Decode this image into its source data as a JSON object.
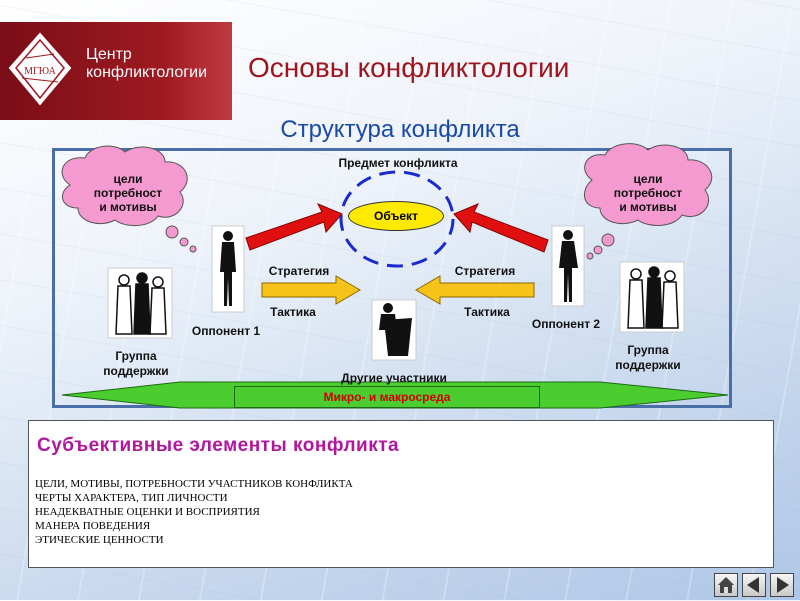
{
  "header": {
    "center_name_line1": "Центр",
    "center_name_line2": "конфликтологии",
    "logo_text": "МГЮА",
    "title": "Основы конфликтологии"
  },
  "subtitle": "Структура конфликта",
  "diagram": {
    "subject_label": "Предмет конфликта",
    "object_label": "Объект",
    "cloud_left": [
      "цели",
      "потребност",
      "и мотивы"
    ],
    "cloud_right": [
      "цели",
      "потребност",
      "и мотивы"
    ],
    "strategy_left": "Стратегия",
    "strategy_right": "Стратегия",
    "tactics_left": "Тактика",
    "tactics_right": "Тактика",
    "opponent1": "Оппонент 1",
    "opponent2": "Оппонент 2",
    "support_left": [
      "Группа",
      "поддержки"
    ],
    "support_right": [
      "Группа",
      "поддержки"
    ],
    "other_participants": "Другие участники",
    "environment": "Микро- и макросреда"
  },
  "subjective": {
    "title": "Субъективные  элементы  конфликта",
    "items": [
      "ЦЕЛИ,  МОТИВЫ,  ПОТРЕБНОСТИ  УЧАСТНИКОВ  КОНФЛИКТА",
      "ЧЕРТЫ  ХАРАКТЕРА,  ТИП  ЛИЧНОСТИ",
      "НЕАДЕКВАТНЫЕ   ОЦЕНКИ  И  ВОСПРИЯТИЯ",
      "МАНЕРА  ПОВЕДЕНИЯ",
      "ЭТИЧЕСКИЕ  ЦЕННОСТИ"
    ]
  },
  "nav": {
    "icons": [
      "home-icon",
      "prev-arrow-icon",
      "next-arrow-icon"
    ]
  },
  "colors": {
    "title_red": "#a0141e",
    "subtitle_blue": "#1a4aa8",
    "subjective_title": "#b0179e",
    "cloud_pink": "#f59ad0",
    "object_yellow": "#ffea00",
    "environment_green": "#4ccd2f"
  }
}
